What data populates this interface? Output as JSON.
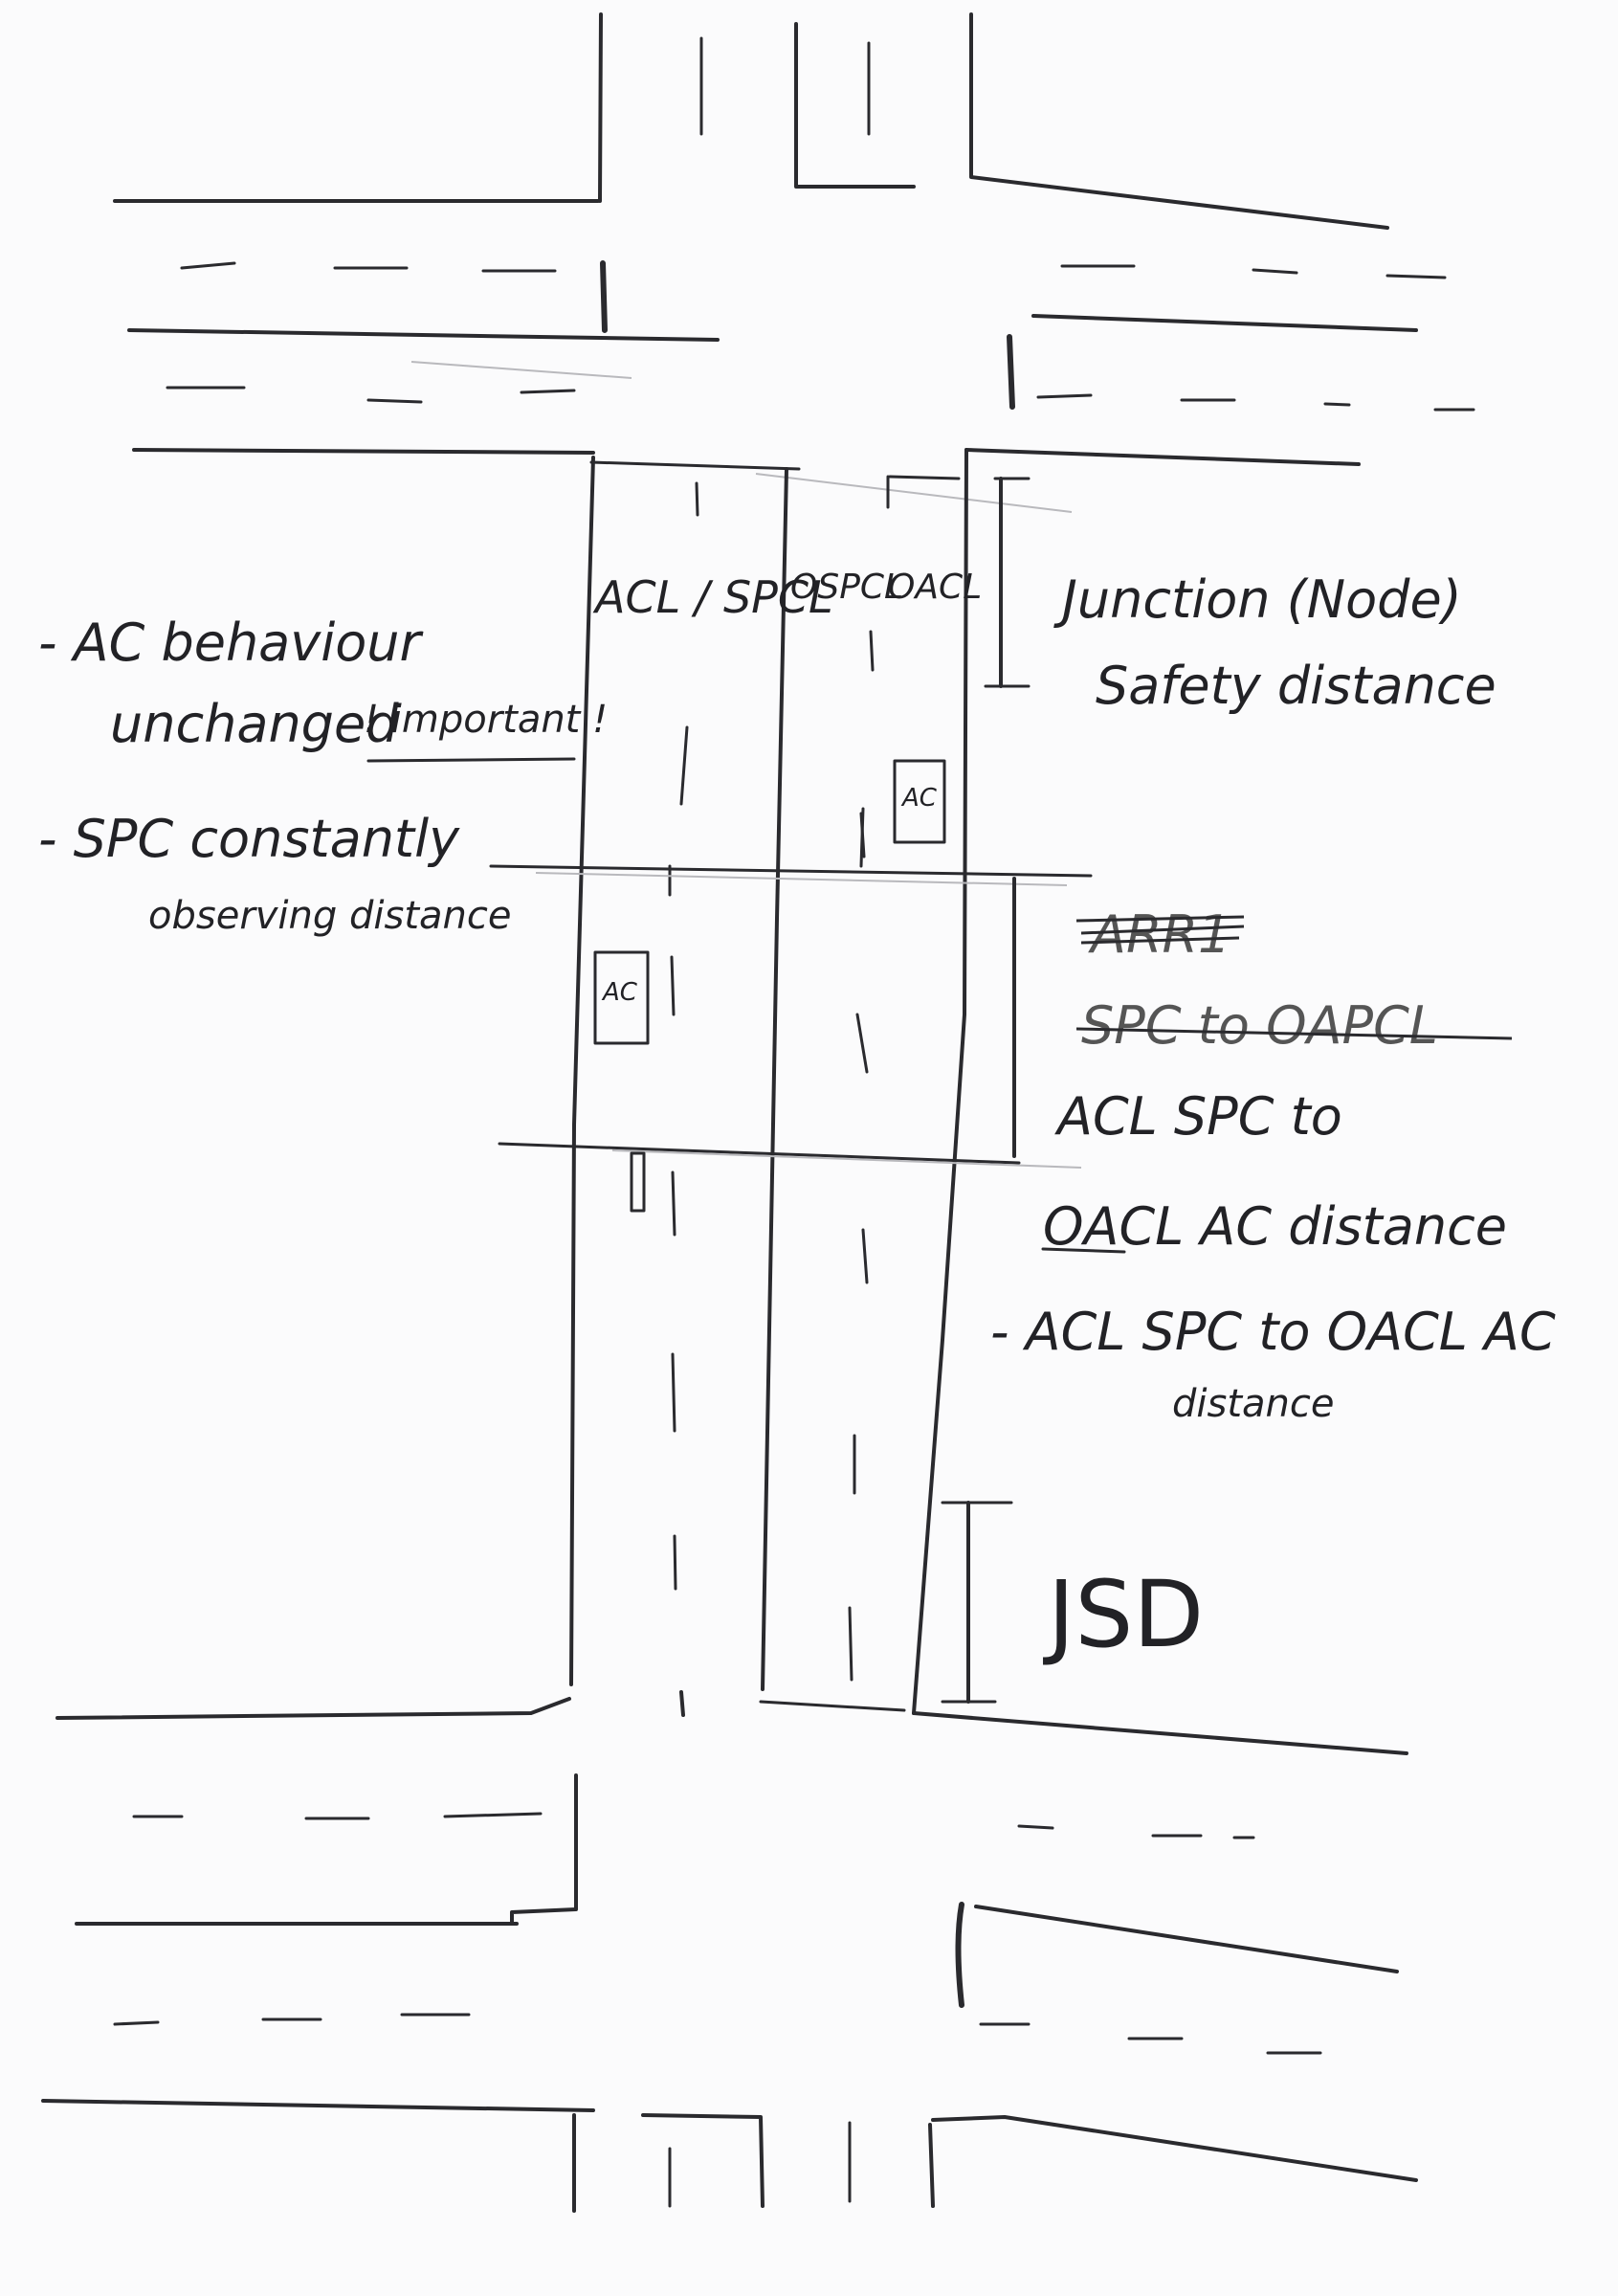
{
  "lanes": {
    "acl_spcl": "ACL / SPCL",
    "ospcl": "OSPCL",
    "oacl": "OACL"
  },
  "notes": {
    "ac_behaviour_1": "- AC behaviour",
    "ac_behaviour_2": "unchanged",
    "important": "! important !",
    "spc_observing_1": "- SPC constantly",
    "spc_observing_2": "observing distance"
  },
  "junction": {
    "line1": "Junction (Node)",
    "line2": "Safety distance"
  },
  "crossed_out": {
    "line1": "ARR1",
    "line2": "SPC to OAPCL"
  },
  "distances": {
    "acl_spc_1": "ACL SPC to",
    "oacl_ac": "OACL AC distance",
    "bullet_1": "- ACL SPC to OACL AC",
    "bullet_2": "distance"
  },
  "vehicles": {
    "oacl_box": "AC",
    "acl_box": "AC"
  },
  "jsd": "JSD"
}
